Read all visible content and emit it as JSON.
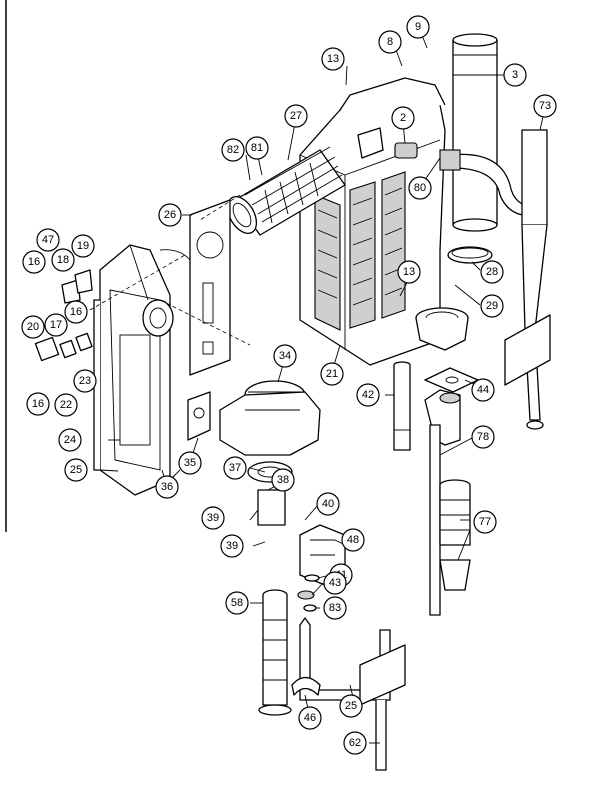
{
  "diagram": {
    "callout_numbers": [
      "2",
      "3",
      "8",
      "9",
      "13",
      "13",
      "16",
      "16",
      "16",
      "17",
      "18",
      "19",
      "20",
      "21",
      "22",
      "23",
      "24",
      "25",
      "25",
      "26",
      "27",
      "28",
      "29",
      "34",
      "35",
      "36",
      "37",
      "38",
      "39",
      "39",
      "40",
      "41",
      "42",
      "43",
      "44",
      "46",
      "47",
      "48",
      "58",
      "62",
      "73",
      "77",
      "78",
      "80",
      "81",
      "82",
      "83"
    ]
  }
}
